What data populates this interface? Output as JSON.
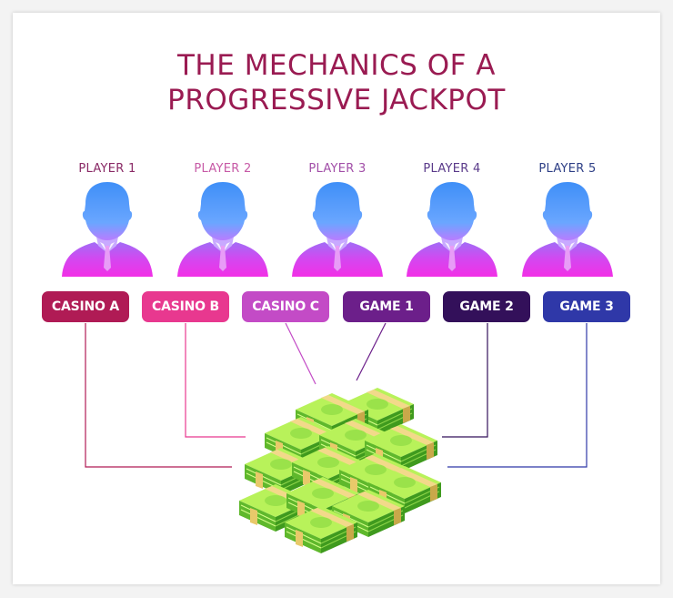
{
  "title": {
    "line1": "THE MECHANICS OF A",
    "line2": "PROGRESSIVE JACKPOT"
  },
  "players": [
    {
      "label": "PLAYER 1",
      "color": "#8a2a66"
    },
    {
      "label": "PLAYER 2",
      "color": "#c75aa6"
    },
    {
      "label": "PLAYER 3",
      "color": "#a24fa8"
    },
    {
      "label": "PLAYER 4",
      "color": "#5a3a8a"
    },
    {
      "label": "PLAYER 5",
      "color": "#2e3f86"
    }
  ],
  "sources": [
    {
      "label": "CASINO A",
      "color": "#b01b55"
    },
    {
      "label": "CASINO B",
      "color": "#e8388f"
    },
    {
      "label": "CASINO C",
      "color": "#c34bc6"
    },
    {
      "label": "GAME 1",
      "color": "#6c1f8a"
    },
    {
      "label": "GAME 2",
      "color": "#33105a"
    },
    {
      "label": "GAME 3",
      "color": "#2f38a8"
    }
  ],
  "icons": {
    "player": "person-icon",
    "jackpot": "cash-stack-icon"
  }
}
